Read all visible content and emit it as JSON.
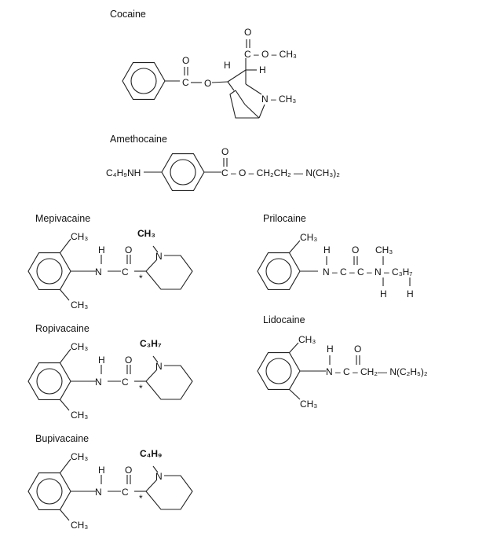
{
  "compounds": {
    "cocaine": {
      "name": "Cocaine",
      "o1": "O",
      "c1": "C",
      "o2": "O",
      "h1": "H",
      "h2": "H",
      "o3": "O",
      "ester": "C – O – CH₃",
      "n": "N – CH₃"
    },
    "amethocaine": {
      "name": "Amethocaine",
      "amine": "C₄H₉NH",
      "o": "O",
      "chain": "C – O – CH₂CH₂ — N(CH₃)₂"
    },
    "mepivacaine": {
      "name": "Mepivacaine",
      "substituent": "CH₃"
    },
    "ropivacaine": {
      "name": "Ropivacaine",
      "substituent": "C₃H₇"
    },
    "bupivacaine": {
      "name": "Bupivacaine",
      "substituent": "C₄H₉"
    },
    "prilocaine": {
      "name": "Prilocaine",
      "ch3": "CH₃",
      "h_top": "H",
      "o": "O",
      "ch3_2": "CH₃",
      "chain": "N – C – C – N – C₃H₇",
      "h_b1": "H",
      "h_b2": "H"
    },
    "lidocaine": {
      "name": "Lidocaine",
      "ch3_top": "CH₃",
      "ch3_bottom": "CH₃",
      "h": "H",
      "o": "O",
      "chain": "N – C – CH₂— N(C₂H₅)₂"
    }
  },
  "common": {
    "ch3": "CH₃",
    "h": "H",
    "o": "O",
    "n": "N",
    "c": "C",
    "amide": "N – C",
    "star": "*"
  }
}
